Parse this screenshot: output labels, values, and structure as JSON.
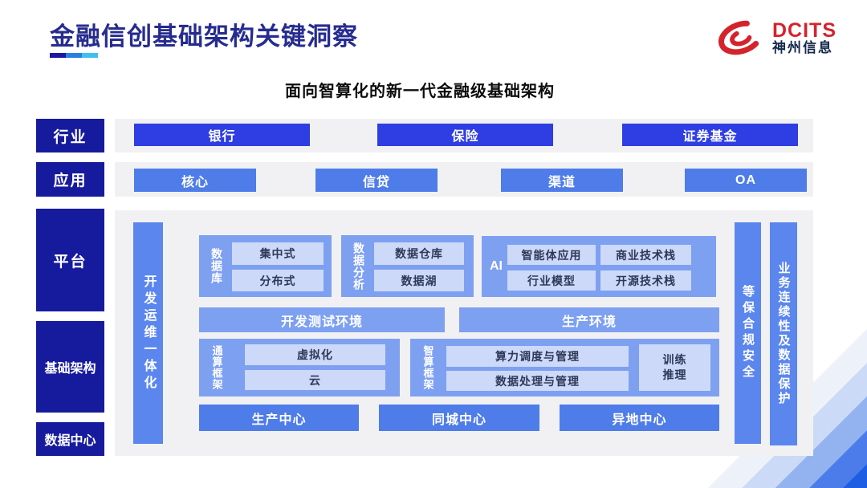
{
  "header": {
    "title": "金融信创基础架构关键洞察",
    "logo": {
      "brand": "DCITS",
      "company": "神州信息"
    }
  },
  "subtitle": "面向智算化的新一代金融级基础架构",
  "layers": {
    "industry": {
      "label": "行业",
      "items": [
        "银行",
        "保险",
        "证券基金"
      ]
    },
    "application": {
      "label": "应用",
      "items": [
        "核心",
        "信贷",
        "渠道",
        "OA"
      ]
    },
    "platform": {
      "label": "平台"
    },
    "infrastructure": {
      "label": "基础架构"
    },
    "datacenter": {
      "label": "数据中心"
    }
  },
  "platform_area": {
    "left_bar": "开发运维一体化",
    "groups": [
      {
        "label": "数据库",
        "items": [
          "集中式",
          "分布式"
        ]
      },
      {
        "label": "数据分析",
        "items": [
          "数据仓库",
          "数据湖"
        ]
      },
      {
        "label": "AI",
        "items": [
          "智能体应用",
          "商业技术栈",
          "行业模型",
          "开源技术栈"
        ]
      }
    ],
    "env_bars": [
      "开发测试环境",
      "生产环境"
    ],
    "frameworks": [
      {
        "label": "通算框架",
        "items": [
          "虚拟化",
          "云"
        ]
      },
      {
        "label": "智算框架",
        "items": [
          "算力调度与管理",
          "数据处理与管理"
        ],
        "side_item": [
          "训练",
          "推理"
        ]
      }
    ],
    "centers": [
      "生产中心",
      "同城中心",
      "异地中心"
    ],
    "right_bars": [
      "等保合规安全",
      "业务连续性及数据保护"
    ]
  },
  "colors": {
    "title_navy": "#262c8f",
    "sidebar_navy": "#161b9d",
    "industry_button_blue": "#2e3ee2",
    "app_center_blue": "#4e7ce9",
    "vertical_bar_blue": "#5b86ee",
    "group_blue": "#7da0f1",
    "chip_light_blue": "#ccd9f8",
    "panel_gray": "#f1f1f4",
    "logo_red": "#d5232c",
    "deco_deep_blue": "#1e5ee2"
  }
}
